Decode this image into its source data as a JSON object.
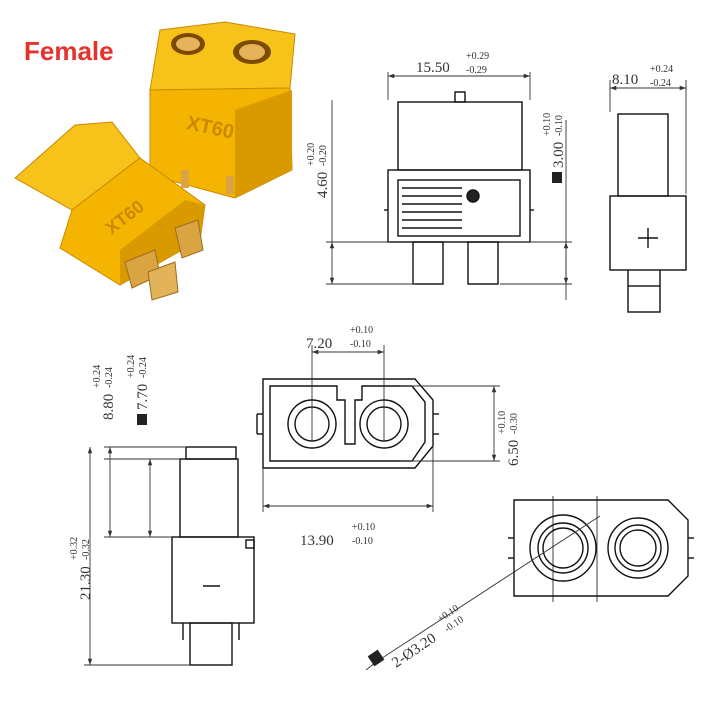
{
  "header": {
    "label": "Female",
    "label_color": "#e5322d"
  },
  "photo": {
    "body_color": "#f5b400",
    "shade_color": "#c98a00",
    "pin_color": "#d9a441",
    "marking": "XT60"
  },
  "front_view": {
    "width": {
      "value": "15.50",
      "tol_plus": "+0.29",
      "tol_minus": "-0.29"
    },
    "height_left": {
      "value": "4.60",
      "tol_plus": "+0.20",
      "tol_minus": "-0.20"
    },
    "height_right": {
      "value": "3.00",
      "tol_plus": "+0.10",
      "tol_minus": "-0.10"
    }
  },
  "side_view": {
    "width": {
      "value": "8.10",
      "tol_plus": "+0.24",
      "tol_minus": "-0.24"
    }
  },
  "profile_view": {
    "dim_a": {
      "value": "8.80",
      "tol_plus": "+0.24",
      "tol_minus": "-0.24"
    },
    "dim_b": {
      "value": "7.70",
      "tol_plus": "+0.24",
      "tol_minus": "-0.24"
    },
    "dim_c": {
      "value": "21.30",
      "tol_plus": "+0.32",
      "tol_minus": "-0.32"
    }
  },
  "top_view": {
    "pitch": {
      "value": "7.20",
      "tol_plus": "+0.10",
      "tol_minus": "-0.10"
    },
    "width": {
      "value": "13.90",
      "tol_plus": "+0.10",
      "tol_minus": "-0.10"
    },
    "height": {
      "value": "6.50",
      "tol_plus": "+0.10",
      "tol_minus": "-0.30"
    }
  },
  "bottom_view": {
    "hole": {
      "value": "2-Ø3.20",
      "tol_plus": "+0.10",
      "tol_minus": "-0.10"
    }
  }
}
